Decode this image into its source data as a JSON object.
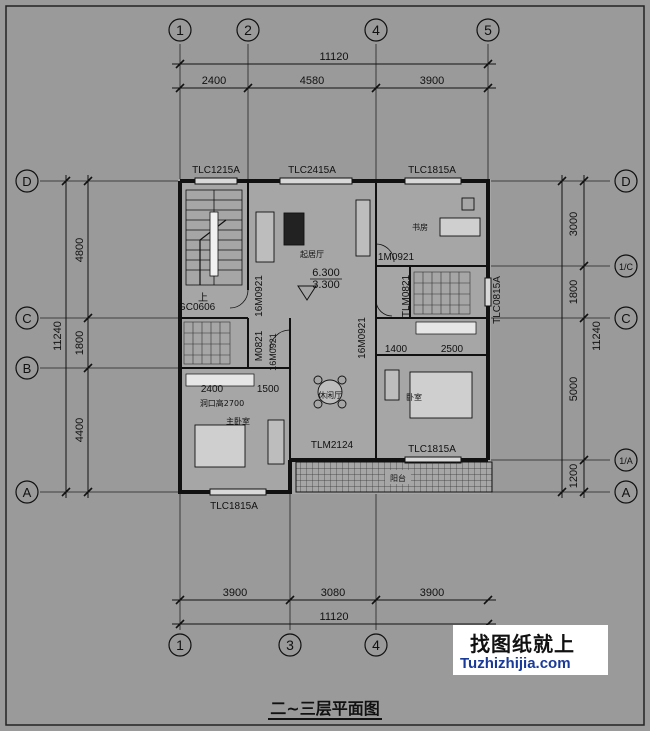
{
  "grid_top": [
    "1",
    "2",
    "4",
    "5"
  ],
  "grid_bottom": [
    "1",
    "3",
    "4"
  ],
  "grid_left": [
    "D",
    "C",
    "B",
    "A"
  ],
  "grid_right": [
    "D",
    "1/C",
    "C",
    "1/A",
    "A"
  ],
  "dims_top": {
    "total": "11120",
    "segments": [
      "2400",
      "4580",
      "3900"
    ]
  },
  "dims_bottom": {
    "total": "11120",
    "segments": [
      "3900",
      "3080",
      "3900"
    ]
  },
  "dims_left": {
    "total": "11240",
    "segments": [
      "4800",
      "1800",
      "4400"
    ]
  },
  "dims_right": {
    "total": "11240",
    "segments": [
      "3000",
      "1800",
      "5000",
      "1200"
    ]
  },
  "windows": {
    "tlc1215": "TLC1215A",
    "tlc2415": "TLC2415A",
    "tlc1815_top": "TLC1815A",
    "tlc0815": "TLC0815A",
    "tlc1815_bed": "TLC1815A",
    "tlc1815_bottom": "TLC1815A",
    "gc0606": "GC0606"
  },
  "doors": {
    "m0921_a": "16M0921",
    "m0921_study": "1M0921",
    "m0821_bath": "M0821",
    "m0921_c": "16M0921",
    "m0821_c": "M0821",
    "m0921_d": "16M0921",
    "m0821_d": "TLM0821",
    "tlm2124": "TLM2124"
  },
  "rooms": {
    "living": "起居厅",
    "study": "书房",
    "bed": "卧室",
    "master": "主卧室",
    "dining": "休闲厅",
    "balcony": "阳台",
    "stair_up": "上",
    "opening": "洞口高2700"
  },
  "levels": {
    "upper": "6.300",
    "lower": "3.300"
  },
  "inner_dims": {
    "d2400": "2400",
    "d1500": "1500",
    "d1400": "1400",
    "d2500": "2500"
  },
  "title": "二~三层平面图",
  "watermark": {
    "cn": "找图纸就上",
    "en": "Tuzhizhijia.com"
  }
}
